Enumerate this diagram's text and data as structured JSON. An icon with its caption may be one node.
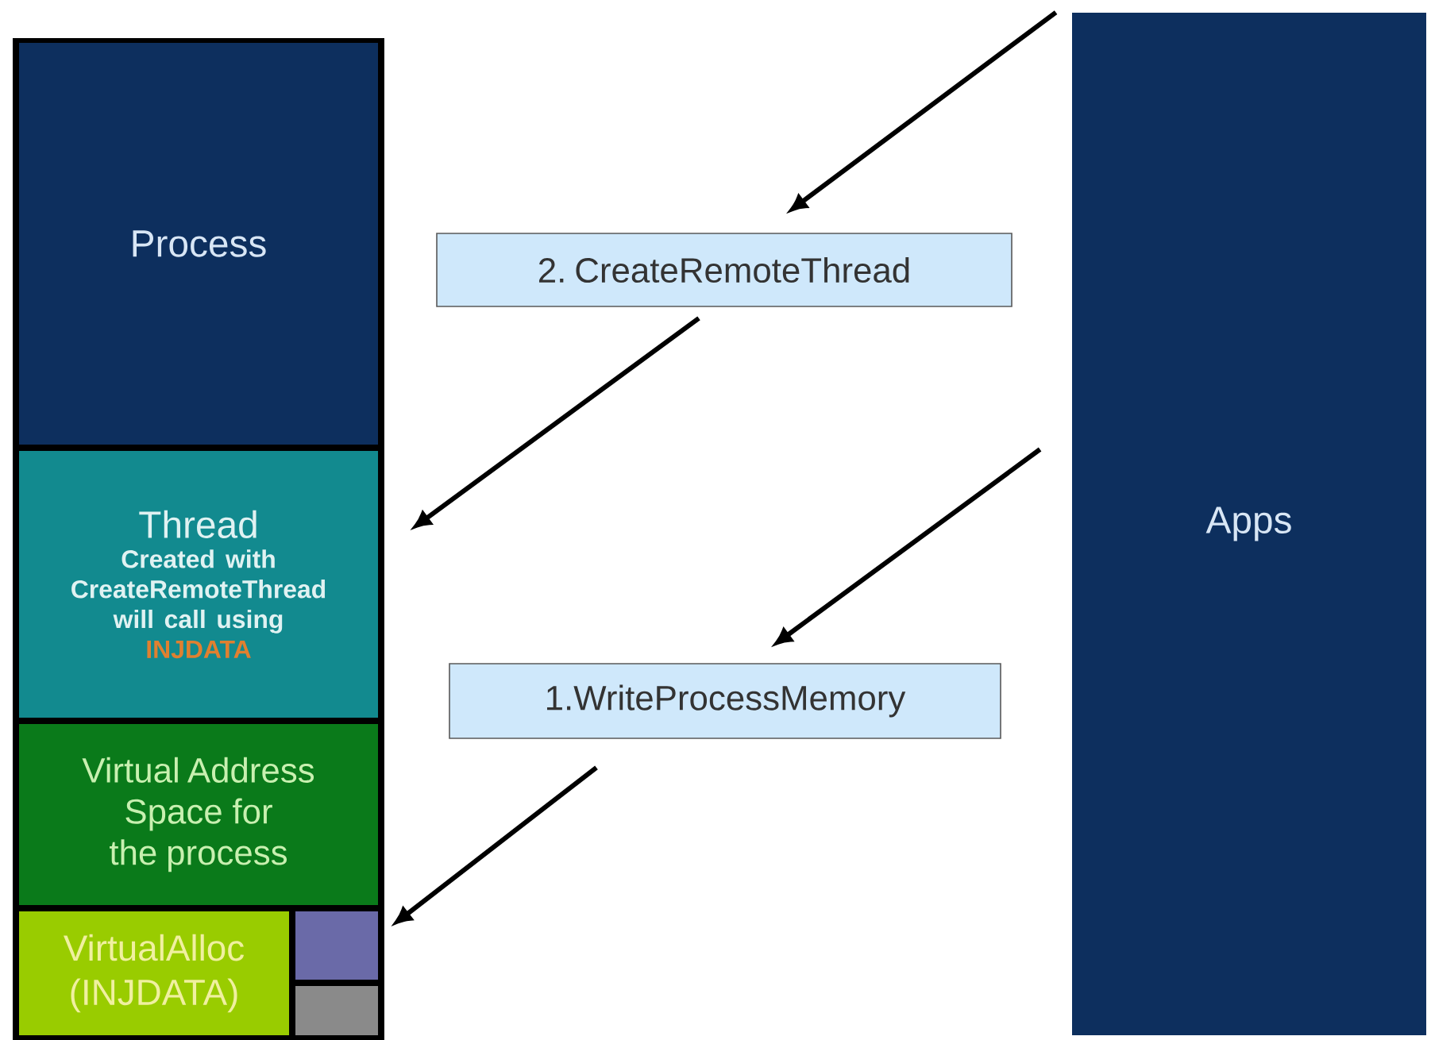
{
  "diagram": {
    "nodes": [
      {
        "text": [
          "Process"
        ]
      },
      {
        "text": [
          "Thread",
          "Created with CreateRemoteThread will call using",
          "INJDATA"
        ]
      },
      {
        "text": [
          "Virtual Address Space for the process"
        ]
      },
      {
        "text": [
          "VirtualAlloc (INJDATA)"
        ]
      },
      {
        "text": [],
        "shape": "box"
      },
      {
        "text": [],
        "shape": "box"
      },
      {
        "text": [
          "2. CreateRemoteThread"
        ]
      },
      {
        "text": [
          "1.WriteProcessMemory"
        ]
      },
      {
        "text": [
          "Apps"
        ]
      }
    ],
    "edges": [
      {
        "from": 8,
        "to": 6,
        "arrow": "to"
      },
      {
        "from": 6,
        "to": 1,
        "arrow": "to"
      },
      {
        "from": 8,
        "to": 7,
        "arrow": "to"
      },
      {
        "from": 7,
        "to": 4,
        "arrow": "to"
      }
    ]
  }
}
